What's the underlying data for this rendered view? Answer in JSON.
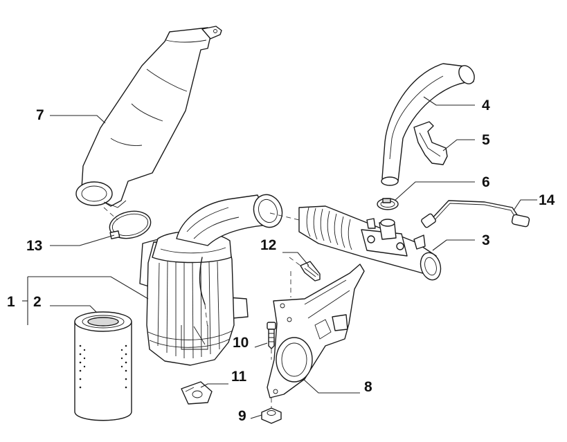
{
  "diagram": {
    "colors": {
      "line": "#1a1a1a",
      "part_fill": "#ffffff",
      "shade": "#d9d9d9",
      "background": "#ffffff"
    },
    "callouts": {
      "c1": "1",
      "c2": "2",
      "c3": "3",
      "c4": "4",
      "c5": "5",
      "c6": "6",
      "c7": "7",
      "c8": "8",
      "c9": "9",
      "c10": "10",
      "c11": "11",
      "c12": "12",
      "c13": "13",
      "c14": "14"
    }
  }
}
